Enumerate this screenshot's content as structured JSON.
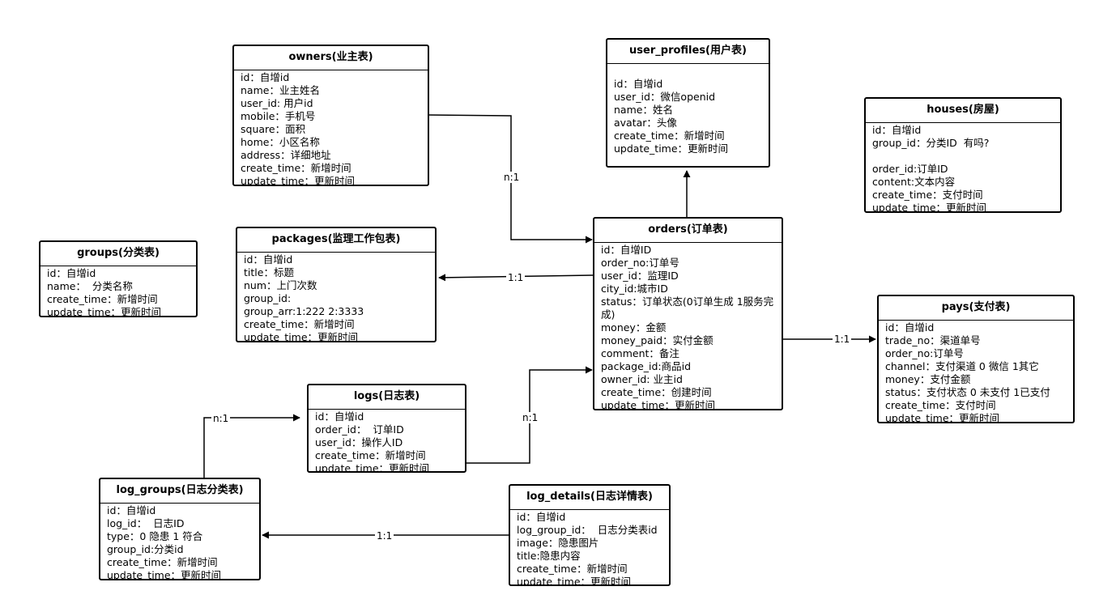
{
  "entities": {
    "owners": {
      "title": "owners(业主表)",
      "fields": [
        "id：自增id",
        "name：业主姓名",
        "user_id: 用户id",
        "mobile：手机号",
        "square：面积",
        "home：小区名称",
        "address：详细地址",
        "create_time：新增时间",
        "update_time：更新时间"
      ]
    },
    "user_profiles": {
      "title": "user_profiles(用户表)",
      "fields": [
        "id：自增id",
        "user_id：微信openid",
        "name：姓名",
        "avatar：头像",
        "create_time：新增时间",
        "update_time：更新时间"
      ]
    },
    "houses": {
      "title": "houses(房屋)",
      "fields": [
        "id：自增id",
        "group_id：分类ID  有吗?",
        "",
        "order_id:订单ID",
        "content:文本内容",
        "create_time：支付时间",
        "update_time：更新时间"
      ]
    },
    "groups": {
      "title": "groups(分类表)",
      "fields": [
        "id：自增id",
        "name：  分类名称",
        "create_time：新增时间",
        "update_time：更新时间"
      ]
    },
    "packages": {
      "title": "packages(监理工作包表)",
      "fields": [
        "id：自增id",
        "title：标题",
        "num：上门次数",
        "group_id:",
        "group_arr:1:222 2:3333",
        "create_time：新增时间",
        "update_time：更新时间"
      ]
    },
    "orders": {
      "title": "orders(订单表)",
      "fields": [
        "id：自增ID",
        "order_no:订单号",
        "user_id：监理ID",
        "city_id:城市ID",
        "status：订单状态(0订单生成 1服务完成)",
        "money：金额",
        "money_paid：实付金额",
        "comment：备注",
        "package_id:商品id",
        "owner_id: 业主id",
        "create_time：创建时间",
        "update_time：更新时间"
      ]
    },
    "pays": {
      "title": "pays(支付表)",
      "fields": [
        "id：自增id",
        "trade_no：渠道单号",
        "order_no:订单号",
        "channel：支付渠道 0 微信 1其它",
        "money：支付金额",
        "status：支付状态 0 未支付 1已支付",
        "create_time：支付时间",
        "update_time：更新时间"
      ]
    },
    "logs": {
      "title": "logs(日志表)",
      "fields": [
        "id：自增id",
        "order_id：  订单ID",
        "user_id：操作人ID",
        "create_time：新增时间",
        "update_time：更新时间"
      ]
    },
    "log_groups": {
      "title": "log_groups(日志分类表)",
      "fields": [
        "id：自增id",
        "log_id：  日志ID",
        "type：0 隐患 1 符合",
        "group_id:分类id",
        "create_time：新增时间",
        "update_time：更新时间"
      ]
    },
    "log_details": {
      "title": "log_details(日志详情表)",
      "fields": [
        "id：自增id",
        "log_group_id：  日志分类表id",
        "image：隐患图片",
        "title:隐患内容",
        "create_time：新增时间",
        "update_time：更新时间"
      ]
    }
  },
  "relations": {
    "owners_orders": "n:1",
    "packages_orders": "1:1",
    "orders_pays": "1:1",
    "logs_orders": "n:1",
    "log_groups_logs": "n:1",
    "log_details_log_groups": "1:1"
  }
}
